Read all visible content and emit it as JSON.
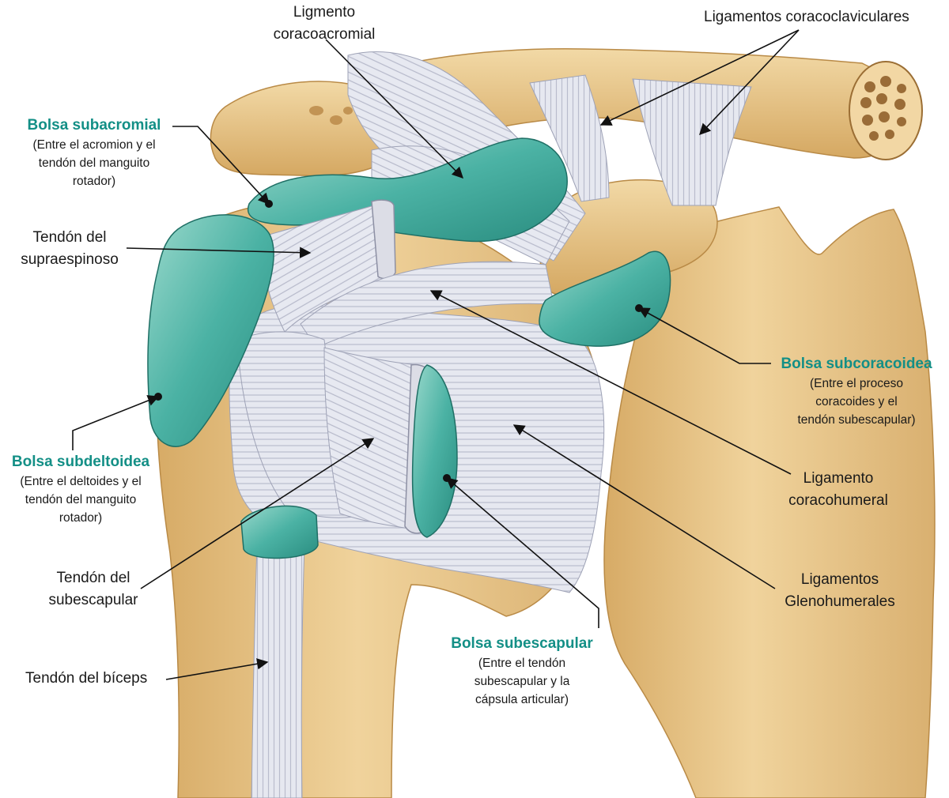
{
  "labels": {
    "lig_coracoacromial": {
      "lines": [
        "Ligmento",
        "coracoacromial"
      ]
    },
    "lig_coracoclaviculares": {
      "lines": [
        "Ligamentos coracoclaviculares"
      ]
    },
    "bolsa_subacromial": {
      "title": "Bolsa subacromial",
      "lines": [
        "(Entre el acromion y el",
        "tendón del manguito",
        "rotador)"
      ]
    },
    "tendon_supraespinoso": {
      "lines": [
        "Tendón del",
        "supraespinoso"
      ]
    },
    "bolsa_subcoracoidea": {
      "title": "Bolsa subcoracoidea",
      "lines": [
        "(Entre el proceso",
        "coracoides y el",
        "tendón subescapular)"
      ]
    },
    "bolsa_subdeltoidea": {
      "title": "Bolsa subdeltoidea",
      "lines": [
        "(Entre el deltoides y el",
        "tendón del manguito",
        "rotador)"
      ]
    },
    "lig_coracohumeral": {
      "lines": [
        "Ligamento",
        "coracohumeral"
      ]
    },
    "tendon_subescapular": {
      "lines": [
        "Tendón del",
        "subescapular"
      ]
    },
    "lig_glenohumerales": {
      "lines": [
        "Ligamentos",
        "Glenohumerales"
      ]
    },
    "bolsa_subescapular": {
      "title": "Bolsa subescapular",
      "lines": [
        "(Entre el tendón",
        "subescapular y la",
        "cápsula articular)"
      ]
    },
    "tendon_biceps": {
      "lines": [
        "Tendón del bíceps"
      ]
    }
  },
  "colors": {
    "bone": "#e9c88f",
    "bone_shadow": "#c99a55",
    "bursa": "#3fa89b",
    "bursa_light": "#8fd3c6",
    "ligament": "#e4e6ef",
    "ligament_shadow": "#a9adbf",
    "bursa_label": "#138f86",
    "text": "#1a1a1a"
  }
}
